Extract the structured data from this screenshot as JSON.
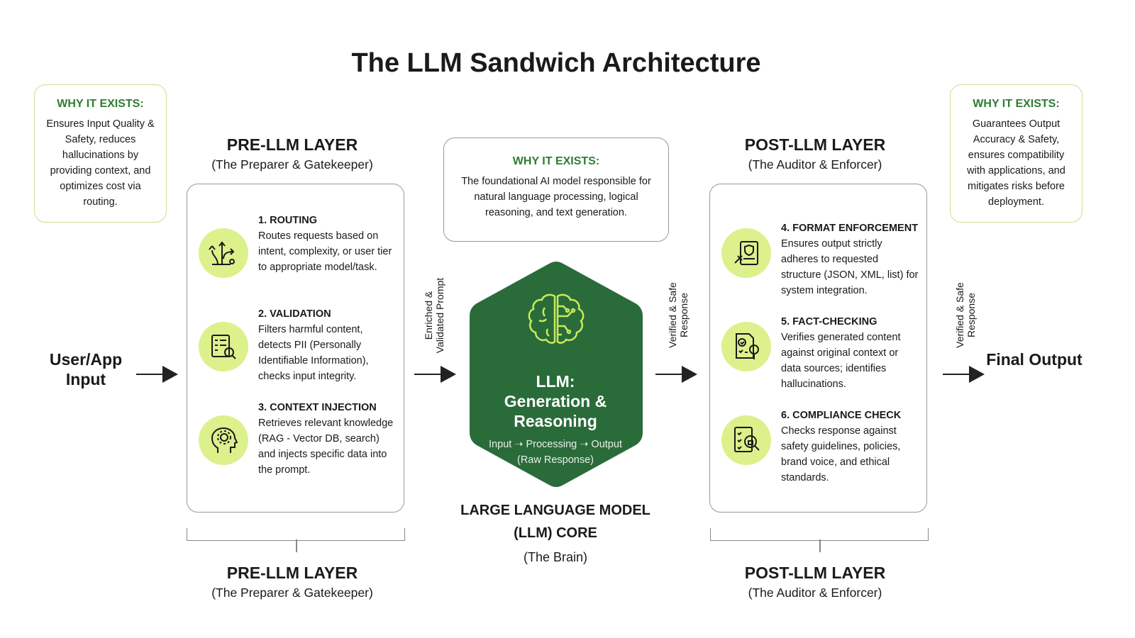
{
  "title": "The LLM Sandwich Architecture",
  "colors": {
    "dark_green": "#2a6b3a",
    "lime": "#dcf18b",
    "heading_green": "#2e7d32"
  },
  "left_why": {
    "heading": "WHY IT EXISTS:",
    "text": "Ensures Input Quality & Safety, reduces hallucinations by providing context, and optimizes cost via routing."
  },
  "right_why": {
    "heading": "WHY IT EXISTS:",
    "text": "Guarantees Output Accuracy & Safety, ensures compatibility with applications, and mitigates risks before deployment."
  },
  "center_why": {
    "heading": "WHY IT EXISTS:",
    "text": "The foundational AI model responsible for natural language processing, logical reasoning, and text generation."
  },
  "pre": {
    "title": "PRE-LLM LAYER",
    "subtitle": "(The Preparer & Gatekeeper)",
    "items": [
      {
        "icon": "routing-arrows-icon",
        "heading": "1. ROUTING",
        "text": "Routes requests based on intent, complexity, or user tier to appropriate model/task."
      },
      {
        "icon": "document-search-icon",
        "heading": "2. VALIDATION",
        "text": "Filters harmful content, detects PII (Personally Identifiable Information), checks input integrity."
      },
      {
        "icon": "head-gear-icon",
        "heading": "3. CONTEXT INJECTION",
        "text": "Retrieves relevant knowledge (RAG - Vector DB, search) and injects specific data into the prompt."
      }
    ]
  },
  "post": {
    "title": "POST-LLM LAYER",
    "subtitle": "(The Auditor & Enforcer)",
    "items": [
      {
        "icon": "document-shield-icon",
        "heading": "4. FORMAT ENFORCEMENT",
        "text": "Ensures output strictly adheres to requested structure (JSON, XML, list) for system integration."
      },
      {
        "icon": "document-check-icon",
        "heading": "5. FACT-CHECKING",
        "text": "Verifies generated content against original context or data sources; identifies hallucinations."
      },
      {
        "icon": "checklist-lock-icon",
        "heading": "6. COMPLIANCE CHECK",
        "text": "Checks response against safety guidelines, policies, brand voice, and ethical standards."
      }
    ]
  },
  "core": {
    "title": "LLM: Generation & Reasoning",
    "flow": "Input ➝ Processing ➝ Output",
    "raw": "(Raw Response)",
    "label1": "LARGE LANGUAGE MODEL",
    "label2": "(LLM) CORE",
    "label3": "(The Brain)"
  },
  "input_label": "User/App Input",
  "output_label": "Final Output",
  "arrow_labels": {
    "a1": "Enriched & Validated Prompt",
    "a2": "Verified & Safe Response",
    "a3": "Verified & Safe Response"
  },
  "bottom": {
    "pre_title": "PRE-LLM LAYER",
    "pre_subtitle": "(The Preparer & Gatekeeper)",
    "post_title": "POST-LLM LAYER",
    "post_subtitle": "(The Auditor & Enforcer)"
  }
}
